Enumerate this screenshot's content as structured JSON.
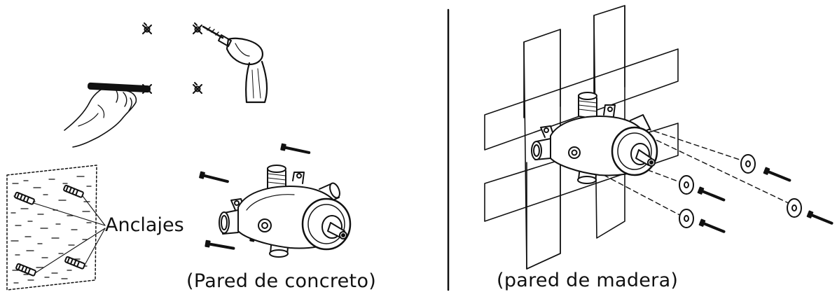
{
  "labels": {
    "anchors": "Anclajes",
    "concrete_wall": "(Pared de concreto)",
    "wood_wall": "(pared de madera)"
  },
  "colors": {
    "ink": "#111111",
    "background": "#ffffff"
  },
  "icons": [
    "hand-pencil-icon",
    "drill-icon",
    "anchor-icon",
    "screw-icon",
    "valve-body-icon",
    "washer-icon",
    "drill-mark-icon"
  ]
}
